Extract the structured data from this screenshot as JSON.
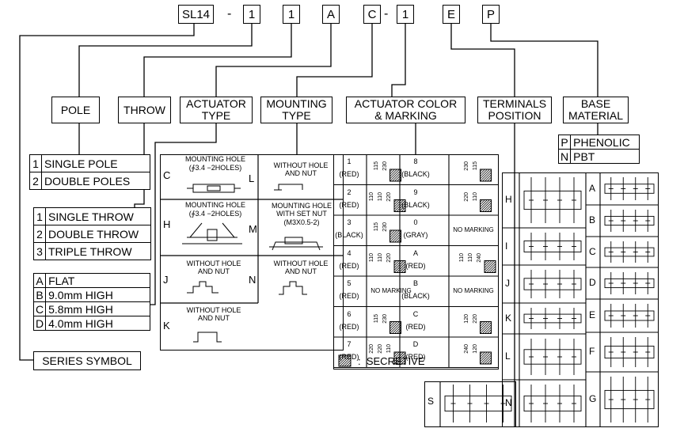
{
  "code": {
    "series": "SL14",
    "dash": "-",
    "pole": "1",
    "throw": "1",
    "actuator": "A",
    "mounting": "C",
    "color": "1",
    "terminals": "E",
    "base": "P"
  },
  "headers": {
    "pole": "POLE",
    "throw": "THROW",
    "actuator_type": "ACTUATOR\nTYPE",
    "mounting_type": "MOUNTING\nTYPE",
    "actuator_color": "ACTUATOR COLOR\n& MARKING",
    "terminals_position": "TERMINALS\nPOSITION",
    "base_material": "BASE\nMATERIAL",
    "series_symbol": "SERIES SYMBOL"
  },
  "pole_options": [
    {
      "code": "1",
      "label": "SINGLE POLE"
    },
    {
      "code": "2",
      "label": "DOUBLE POLES"
    }
  ],
  "throw_options": [
    {
      "code": "1",
      "label": "SINGLE THROW"
    },
    {
      "code": "2",
      "label": "DOUBLE THROW"
    },
    {
      "code": "3",
      "label": "TRIPLE THROW"
    }
  ],
  "actuator_options": [
    {
      "code": "A",
      "label": "FLAT"
    },
    {
      "code": "B",
      "label": "9.0mm HIGH"
    },
    {
      "code": "C",
      "label": "5.8mm HIGH"
    },
    {
      "code": "D",
      "label": "4.0mm HIGH"
    }
  ],
  "base_options": [
    {
      "code": "P",
      "label": "PHENOLIC"
    },
    {
      "code": "N",
      "label": "PBT"
    }
  ],
  "mounting_options": {
    "C": {
      "code": "C",
      "text": "MOUNTING HOLE",
      "sub": "(∮3.4 −2HOLES)"
    },
    "H": {
      "code": "H",
      "text": "MOUNTING HOLE",
      "sub": "(∮3.4 −2HOLES)"
    },
    "J": {
      "code": "J",
      "text": "WITHOUT HOLE\nAND NUT"
    },
    "K": {
      "code": "K",
      "text": "WITHOUT HOLE\nAND NUT"
    },
    "L": {
      "code": "L",
      "text": "WITHOUT HOLE\nAND NUT"
    },
    "M": {
      "code": "M",
      "text": "MOUNTING HOLE\nWITH SET NUT",
      "sub": "(M3X0.5-2)"
    },
    "N": {
      "code": "N",
      "text": "WITHOUT HOLE\nAND NUT"
    }
  },
  "color_left": [
    {
      "code": "1",
      "color": "(RED)",
      "marks": [
        "115",
        "230"
      ]
    },
    {
      "code": "2",
      "color": "(RED)",
      "marks": [
        "110",
        "110",
        "220"
      ]
    },
    {
      "code": "3",
      "color": "(BLACK)",
      "marks": [
        "115",
        "230"
      ]
    },
    {
      "code": "4",
      "color": "(RED)",
      "marks": [
        "110",
        "110",
        "220"
      ]
    },
    {
      "code": "5",
      "color": "(RED)",
      "note": "NO MARKING"
    },
    {
      "code": "6",
      "color": "(RED)",
      "marks": [
        "115",
        "230"
      ]
    },
    {
      "code": "7",
      "color": "(RED)",
      "marks": [
        "220",
        "220",
        "110"
      ]
    }
  ],
  "color_right": [
    {
      "code": "8",
      "color": "(BLACK)",
      "marks": [
        "230",
        "115"
      ]
    },
    {
      "code": "9",
      "color": "(BLACK)",
      "marks": [
        "220",
        "110"
      ]
    },
    {
      "code": "0",
      "color": "(GRAY)",
      "note": "NO MARKING"
    },
    {
      "code": "A",
      "color": "(RED)",
      "marks": [
        "110",
        "110",
        "240"
      ]
    },
    {
      "code": "B",
      "color": "(BLACK)",
      "note": "NO MARKING"
    },
    {
      "code": "C",
      "color": "(RED)",
      "marks": [
        "120",
        "220"
      ]
    },
    {
      "code": "D",
      "color": "(RED)",
      "marks": [
        "240",
        "120"
      ]
    }
  ],
  "secretive_legend": ":  SECRETIVE",
  "terminal_codes_left": [
    "H",
    "I",
    "J",
    "K",
    "L",
    "N"
  ],
  "terminal_codes_right": [
    "A",
    "B",
    "C",
    "D",
    "E",
    "F",
    "G"
  ],
  "terminal_code_s": "S",
  "colors": {
    "line": "#000000",
    "background": "#ffffff"
  }
}
